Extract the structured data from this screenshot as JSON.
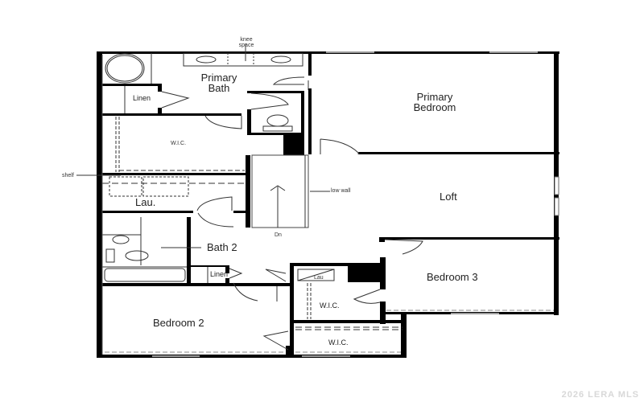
{
  "plan": {
    "type": "floor-plan",
    "level": "upper",
    "rooms": {
      "primary_bath": "Primary\nBath",
      "primary_bath_l1": "Primary",
      "primary_bath_l2": "Bath",
      "primary_bedroom_l1": "Primary",
      "primary_bedroom_l2": "Bedroom",
      "linen_1": "Linen",
      "wic_1": "W.I.C.",
      "lau": "Lau.",
      "loft": "Loft",
      "bath_2": "Bath 2",
      "linen_2": "Linen",
      "bedroom_3": "Bedroom 3",
      "lau_small": "Lau",
      "wic_2": "W.I.C.",
      "bedroom_2": "Bedroom 2",
      "wic_3": "W.I.C."
    },
    "annotations": {
      "knee_space_l1": "knee",
      "knee_space_l2": "space",
      "shelf": "shelf",
      "low_wall": "low wall",
      "stairs_down": "Dn"
    }
  },
  "watermark": "2026 LERA MLS",
  "colors": {
    "wall": "#000000",
    "line": "#222222",
    "window": "#9a9a9a",
    "background": "#ffffff",
    "watermark": "#d8d8d8"
  }
}
